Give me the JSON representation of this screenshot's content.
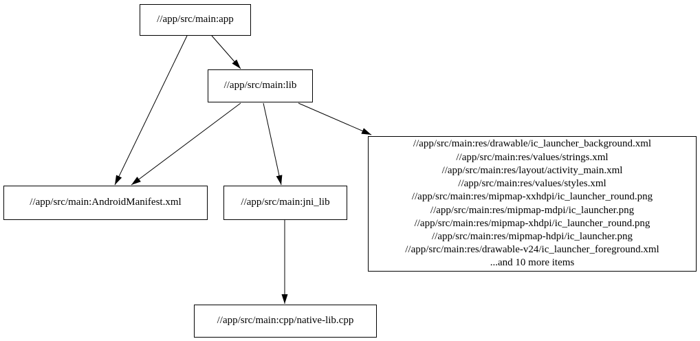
{
  "colors": {
    "background": "#ffffff",
    "node_border": "#000000",
    "edge": "#000000",
    "text": "#000000"
  },
  "nodes": {
    "app": {
      "label": "//app/src/main:app"
    },
    "lib": {
      "label": "//app/src/main:lib"
    },
    "android_manifest": {
      "label": "//app/src/main:AndroidManifest.xml"
    },
    "jni_lib": {
      "label": "//app/src/main:jni_lib"
    },
    "res_group": {
      "lines": [
        "//app/src/main:res/drawable/ic_launcher_background.xml",
        "//app/src/main:res/values/strings.xml",
        "//app/src/main:res/layout/activity_main.xml",
        "//app/src/main:res/values/styles.xml",
        "//app/src/main:res/mipmap-xxhdpi/ic_launcher_round.png",
        "//app/src/main:res/mipmap-mdpi/ic_launcher.png",
        "//app/src/main:res/mipmap-xhdpi/ic_launcher_round.png",
        "//app/src/main:res/mipmap-hdpi/ic_launcher.png",
        "//app/src/main:res/drawable-v24/ic_launcher_foreground.xml",
        "...and 10 more items"
      ]
    },
    "cpp": {
      "label": "//app/src/main:cpp/native-lib.cpp"
    }
  },
  "edges": [
    {
      "from": "app",
      "to": "lib"
    },
    {
      "from": "app",
      "to": "android_manifest"
    },
    {
      "from": "lib",
      "to": "android_manifest"
    },
    {
      "from": "lib",
      "to": "jni_lib"
    },
    {
      "from": "lib",
      "to": "res_group"
    },
    {
      "from": "jni_lib",
      "to": "cpp"
    }
  ]
}
